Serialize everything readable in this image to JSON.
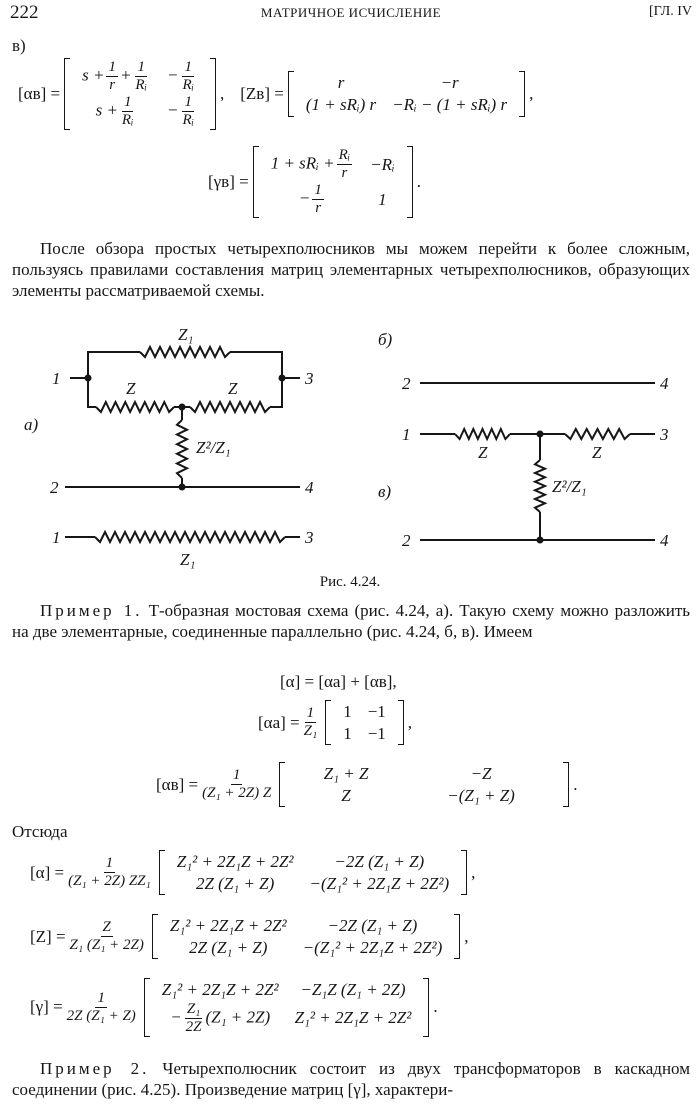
{
  "header": {
    "page_number": "222",
    "running_title": "МАТРИЧНОЕ ИСЧИСЛЕНИЕ",
    "chapter": "[ГЛ. IV"
  },
  "case_label": "в)",
  "alpha_v": {
    "label": "[αв] =",
    "r1c1_a": "s +",
    "one": "1",
    "r": "r",
    "plus": "+",
    "Ri": "Rᵢ",
    "minus": "−",
    "r2c1_a": "s +",
    "comma": ","
  },
  "Z_v": {
    "label": "[Zв] =",
    "r1c1": "r",
    "r1c2": "−r",
    "r2c1": "(1 + sRᵢ) r",
    "r2c2": "−Rᵢ − (1 + sRᵢ) r",
    "comma": ","
  },
  "gamma_v": {
    "label": "[γв] =",
    "r1c1_a": "1 + sRᵢ +",
    "Ri": "Rᵢ",
    "r": "r",
    "r1c2": "−Rᵢ",
    "minus": "−",
    "one": "1",
    "r2c2": "1",
    "period": "."
  },
  "paragraph1": "После обзора простых четырехполюсников мы можем перейти к более сложным, пользуясь правилами составления матриц элементарных четырехполюсников, образующих элементы рассматриваемой схемы.",
  "figure": {
    "caption": "Рис. 4.24.",
    "a": {
      "label": "а)",
      "Z1_top": "Z₁",
      "n1": "1",
      "n3": "3",
      "Z_left": "Z",
      "Z_right": "Z",
      "shunt": "Z²/Z₁",
      "n2": "2",
      "n4": "4",
      "n1b": "1",
      "n3b": "3",
      "Z1_bottom": "Z₁"
    },
    "b": {
      "label": "б)",
      "n2": "2",
      "n4": "4"
    },
    "v": {
      "label": "в)",
      "n1": "1",
      "n3": "3",
      "Z_left": "Z",
      "Z_right": "Z",
      "shunt": "Z²/Z₁",
      "n2": "2",
      "n4": "4"
    }
  },
  "example1": {
    "heading": "Пример 1.",
    "text": "Т-образная мостовая схема (рис. 4.24, а). Такую схему можно разложить на две элементарные, соединенные параллельно (рис. 4.24, б, в). Имеем"
  },
  "eq_sum": "[α] = [αа] + [αв],",
  "alpha_a": {
    "label": "[αа] =",
    "num": "1",
    "den": "Z₁",
    "r1c1": "1",
    "r1c2": "−1",
    "r2c1": "1",
    "r2c2": "−1",
    "comma": ","
  },
  "alpha_v2": {
    "label": "[αв] =",
    "num": "1",
    "den": "(Z₁ + 2Z) Z",
    "r1c1": "Z₁ + Z",
    "r1c2": "−Z",
    "r2c1": "Z",
    "r2c2": "−(Z₁ + Z)",
    "period": "."
  },
  "hence": "Отсюда",
  "alpha": {
    "label": "[α] =",
    "num": "1",
    "den": "(Z₁ + 2Z) ZZ₁",
    "r1c1": "Z₁² + 2Z₁Z + 2Z²",
    "r1c2": "−2Z (Z₁ + Z)",
    "r2c1": "2Z (Z₁ + Z)",
    "r2c2": "−(Z₁² + 2Z₁Z + 2Z²)",
    "comma": ","
  },
  "Z": {
    "label": "[Z] =",
    "num": "Z",
    "den": "Z₁ (Z₁ + 2Z)",
    "r1c1": "Z₁² + 2Z₁Z + 2Z²",
    "r1c2": "−2Z (Z₁ + Z)",
    "r2c1": "2Z (Z₁ + Z)",
    "r2c2": "−(Z₁² + 2Z₁Z + 2Z²)",
    "comma": ","
  },
  "gamma": {
    "label": "[γ] =",
    "num": "1",
    "den": "2Z (Z₁ + Z)",
    "r1c1": "Z₁² + 2Z₁Z + 2Z²",
    "r1c2": "−Z₁Z (Z₁ + 2Z)",
    "r2c1_minus": "−",
    "r2c1_num": "Z₁",
    "r2c1_den": "2Z",
    "r2c1_b": "(Z₁ + 2Z)",
    "r2c2": "Z₁² + 2Z₁Z + 2Z²",
    "period": "."
  },
  "example2": {
    "heading": "Пример 2.",
    "text": "Четырехполюсник состоит из двух трансформаторов в каскадном соединении (рис. 4.25). Произведение матриц [γ], характери-"
  }
}
